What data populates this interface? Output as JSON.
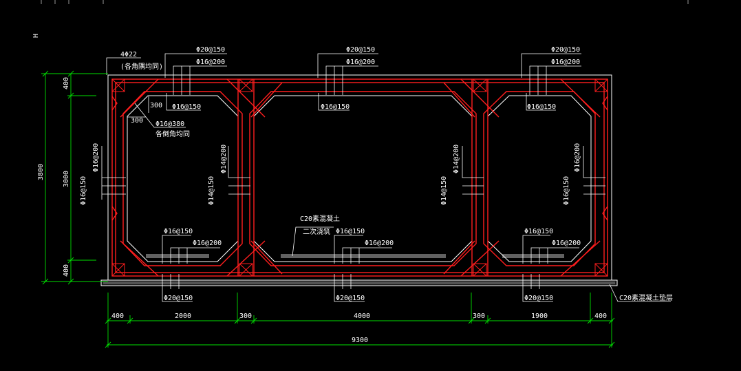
{
  "axis_label": "H",
  "colors": {
    "background": "#000000",
    "rebar": "#ff1e1e",
    "dimension": "#00e000",
    "outline": "#ffffff",
    "label": "#ffffff",
    "cushion_fill": "#9a9a9a"
  },
  "top_notes": {
    "corner_bars": "4Φ22",
    "corner_bars_note": "(各角隅均同)",
    "left_top_outer": "Φ20@150",
    "left_top_inner": "Φ16@200",
    "mid_top_outer": "Φ20@150",
    "mid_top_inner": "Φ16@200",
    "right_top_outer": "Φ20@150",
    "right_top_inner": "Φ16@200"
  },
  "inner_notes": {
    "left_top_haunch": "Φ16@150",
    "mid_top_haunch": "Φ16@150",
    "right_top_haunch": "Φ16@150",
    "haunch_h": "300",
    "haunch_w": "300",
    "haunch_bar": "Φ16@380",
    "haunch_note": "各倒角均同"
  },
  "wall_notes": {
    "left_outer_a": "Φ16@200",
    "left_outer_b": "Φ16@150",
    "left_inner_a": "Φ14@200",
    "left_inner_b": "Φ14@150",
    "right_inner_a": "Φ14@200",
    "right_inner_b": "Φ14@150",
    "right_outer_a": "Φ16@200",
    "right_outer_b": "Φ16@150"
  },
  "bottom_notes": {
    "concrete": "C20素混凝土",
    "concrete_note": "二次浇筑",
    "left_bot_a": "Φ16@150",
    "left_bot_b": "Φ16@200",
    "mid_bot_a": "Φ16@150",
    "mid_bot_b": "Φ16@200",
    "right_bot_a": "Φ16@150",
    "right_bot_b": "Φ16@200",
    "left_under": "Φ20@150",
    "mid_under": "Φ20@150",
    "right_under": "Φ20@150",
    "cushion": "C20素混凝土垫层"
  },
  "dimensions": {
    "vertical": {
      "top_slab": "400",
      "inner_height": "3000",
      "bottom_slab": "400",
      "total_height": "3800"
    },
    "horizontal": {
      "left_wall": "400",
      "left_cell": "2000",
      "mid_wall_1": "300",
      "mid_cell": "4000",
      "mid_wall_2": "300",
      "right_cell": "1900",
      "right_wall": "400",
      "total_width": "9300"
    }
  }
}
